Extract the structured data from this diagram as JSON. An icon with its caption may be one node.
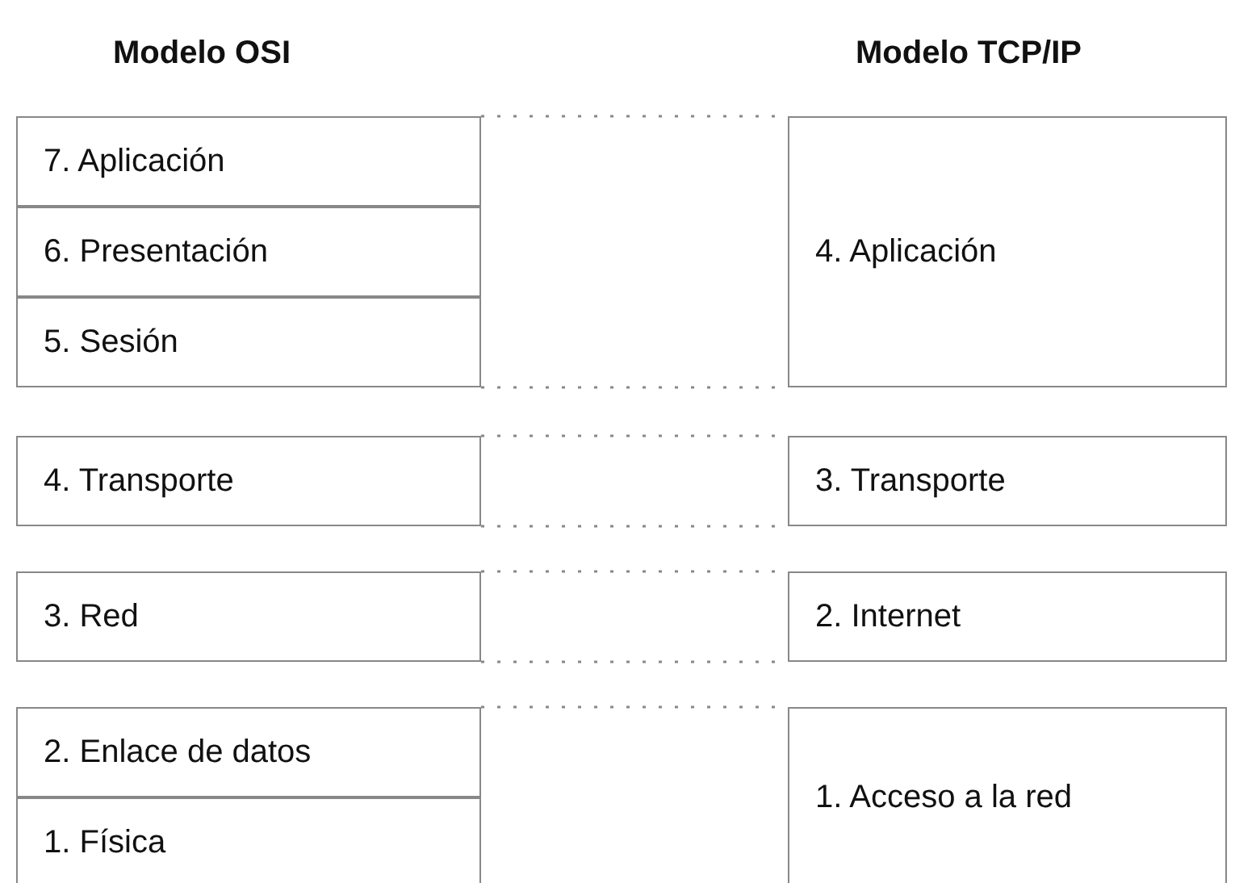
{
  "diagram": {
    "nodes": [
      {
        "text": [
          "7.  Aplicación"
        ]
      },
      {
        "text": [
          "6.  Presentación"
        ]
      },
      {
        "text": [
          "5.  Sesión"
        ]
      },
      {
        "text": [
          "4.  Transporte"
        ]
      },
      {
        "text": [
          "3.  Red"
        ]
      },
      {
        "text": [
          "2.  Enlace de datos"
        ]
      },
      {
        "text": [
          "1.  Física"
        ]
      },
      {
        "text": [
          "4.  Aplicación"
        ]
      },
      {
        "text": [
          "3.  Transporte"
        ]
      },
      {
        "text": [
          "2.  Internet"
        ]
      },
      {
        "text": [
          "1.  Acceso a la red"
        ]
      }
    ],
    "edges": [
      {
        "from": 0,
        "to": 7,
        "arrow": "none",
        "style": "dashed"
      },
      {
        "from": 2,
        "to": 7,
        "arrow": "none",
        "style": "dashed"
      },
      {
        "from": 3,
        "to": 8,
        "arrow": "none",
        "style": "dashed"
      },
      {
        "from": 3,
        "to": 8,
        "arrow": "none",
        "style": "dashed"
      },
      {
        "from": 4,
        "to": 9,
        "arrow": "none",
        "style": "dashed"
      },
      {
        "from": 4,
        "to": 9,
        "arrow": "none",
        "style": "dashed"
      },
      {
        "from": 5,
        "to": 10,
        "arrow": "none",
        "style": "dashed"
      }
    ],
    "labels": [
      "Modelo OSI",
      "Modelo TCP/IP"
    ]
  }
}
